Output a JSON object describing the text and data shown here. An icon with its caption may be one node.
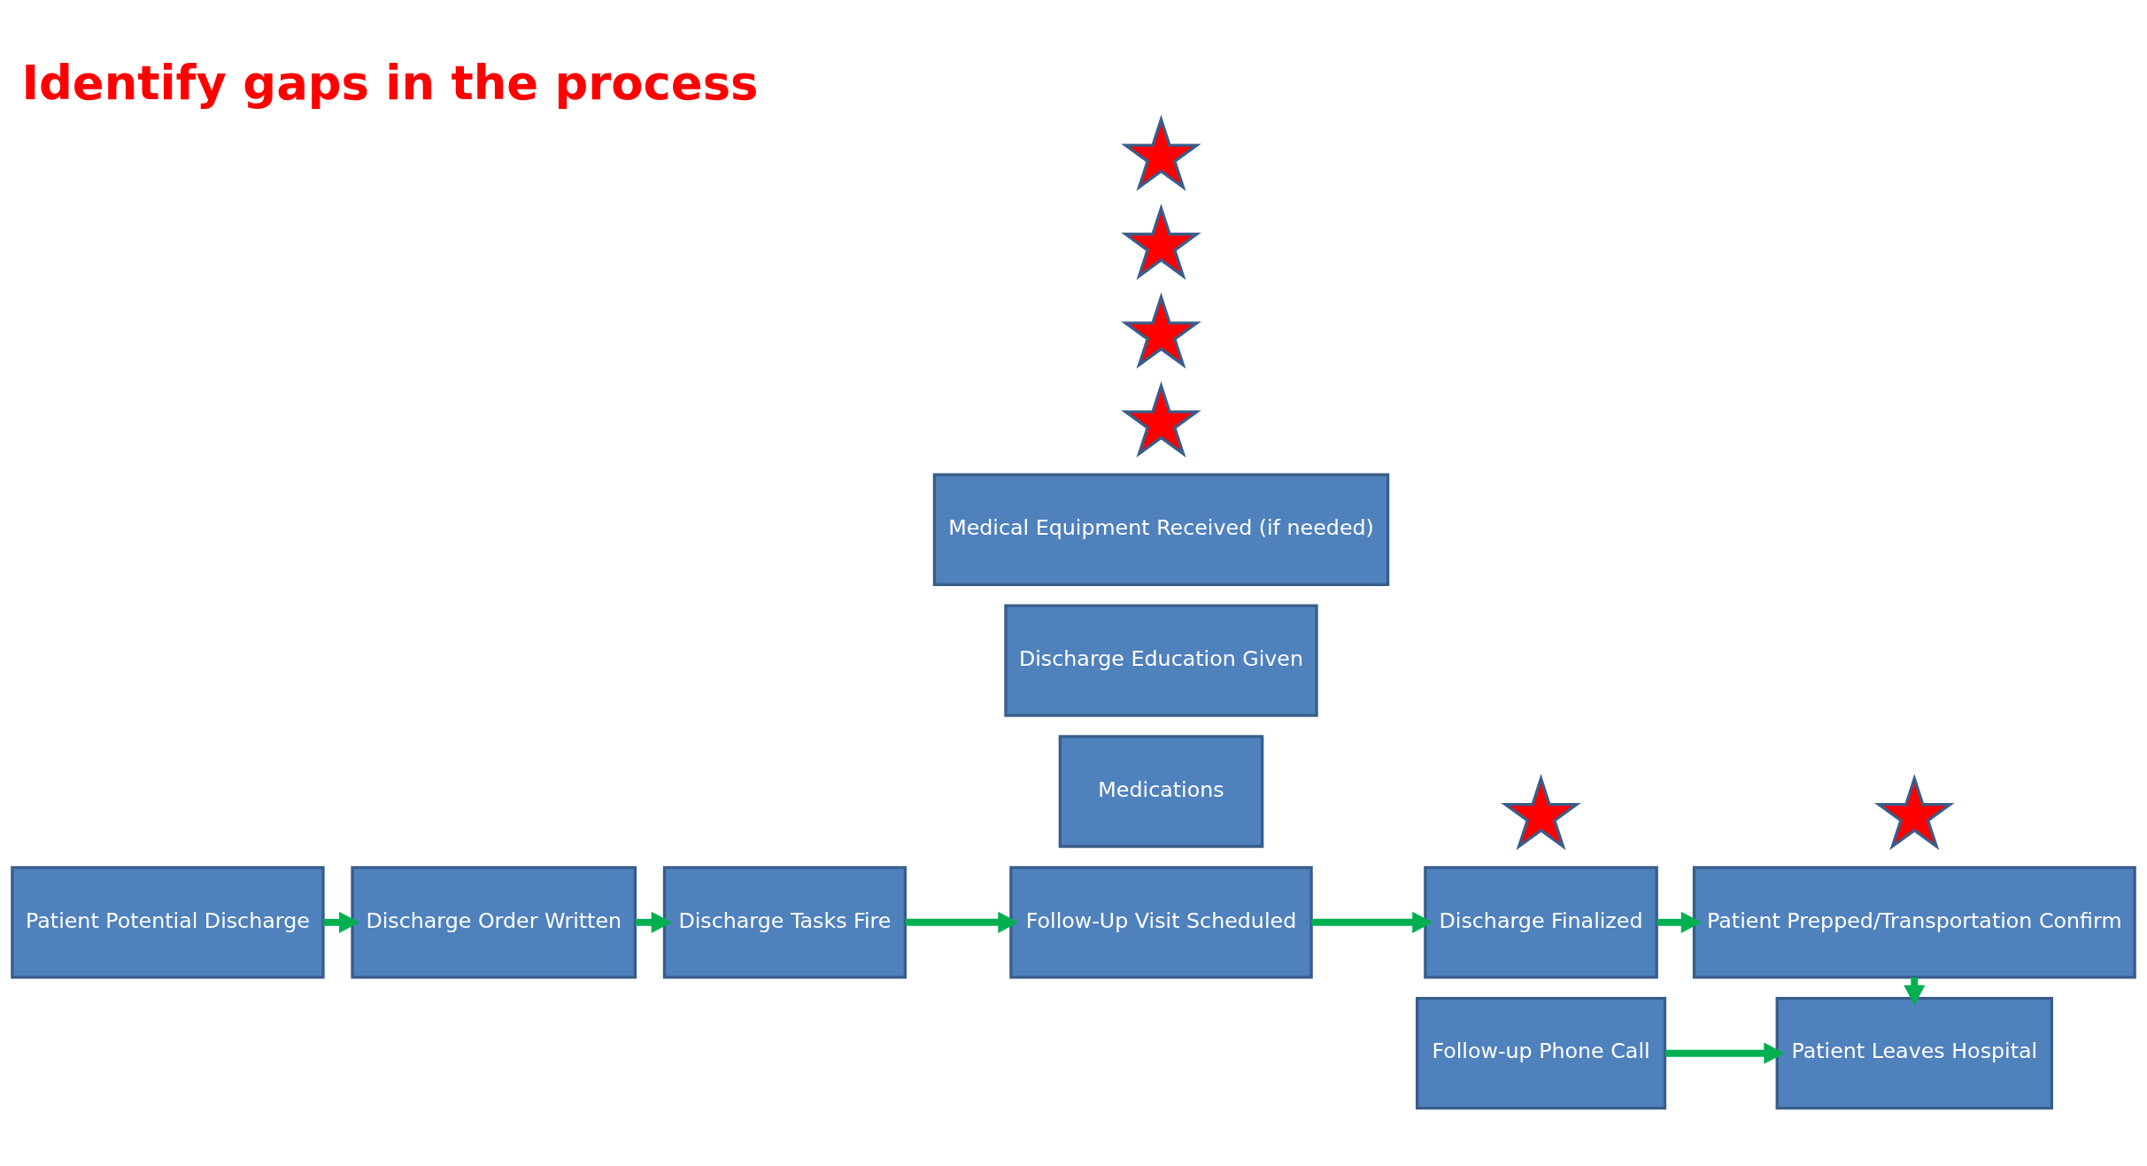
{
  "diagram": {
    "title": "Identify gaps in the process",
    "nodes": [
      {
        "text": [
          "Patient Potential Discharge"
        ]
      },
      {
        "text": [
          "Discharge Order Written"
        ]
      },
      {
        "text": [
          "Discharge Tasks Fire"
        ]
      },
      {
        "text": [
          "Medications"
        ]
      },
      {
        "text": [
          "Follow-Up Visit Scheduled"
        ]
      },
      {
        "text": [
          "Discharge Education Given"
        ]
      },
      {
        "text": [
          "Medical Equipment Received (if needed)"
        ]
      },
      {
        "text": [
          "Discharge Finalized"
        ]
      },
      {
        "text": [
          "Patient Prepped/Transportation Confirm"
        ]
      },
      {
        "text": [
          "Patient Leaves Hospital"
        ]
      },
      {
        "text": [
          "Follow-up Phone Call"
        ]
      },
      {
        "text": [],
        "shape": "star"
      },
      {
        "text": [],
        "shape": "star"
      },
      {
        "text": [],
        "shape": "star"
      },
      {
        "text": [],
        "shape": "star"
      },
      {
        "text": [],
        "shape": "star"
      },
      {
        "text": [],
        "shape": "star"
      }
    ],
    "edges": [
      {
        "from": 0,
        "to": 1,
        "arrow": "to"
      },
      {
        "from": 1,
        "to": 2,
        "arrow": "to"
      },
      {
        "from": 2,
        "to": 4,
        "arrow": "to"
      },
      {
        "from": 4,
        "to": 7,
        "arrow": "to"
      },
      {
        "from": 7,
        "to": 8,
        "arrow": "to"
      },
      {
        "from": 8,
        "to": 9,
        "arrow": "to"
      },
      {
        "from": 10,
        "to": 9,
        "arrow": "to"
      }
    ]
  }
}
